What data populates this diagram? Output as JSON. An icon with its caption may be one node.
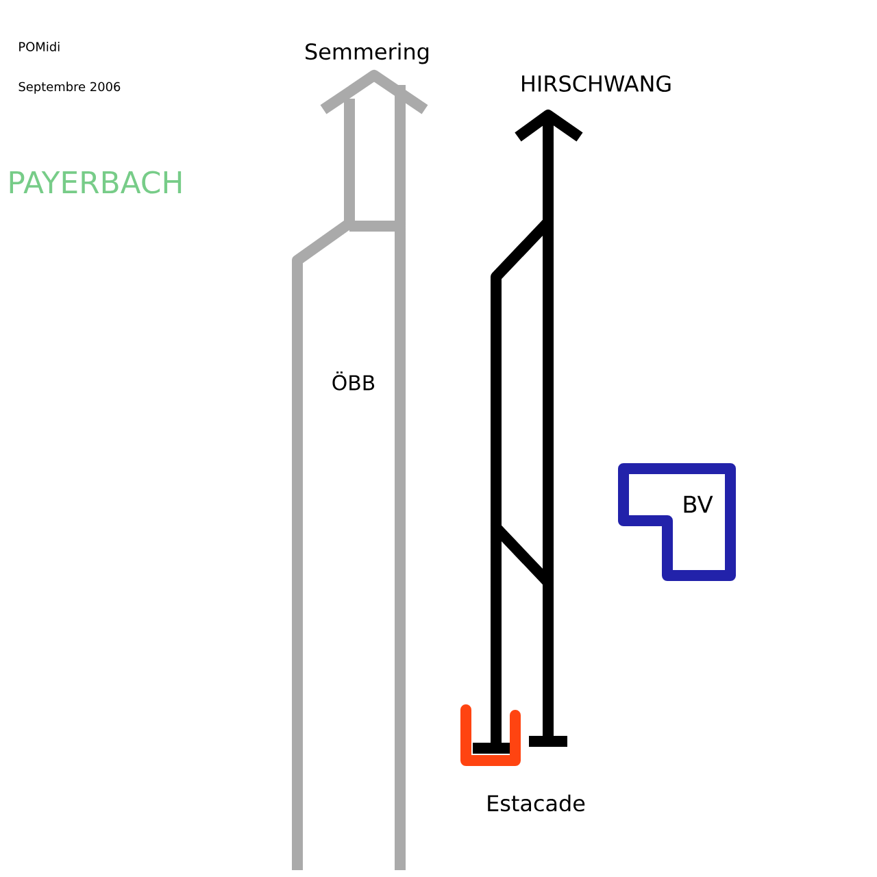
{
  "diagram": {
    "nodes": [
      {
        "text": [
          "BV"
        ]
      }
    ],
    "labels": [
      "POMidi",
      "Septembre 2006",
      "PAYERBACH",
      "Semmering",
      "HIRSCHWANG",
      "ÖBB",
      "Estacade"
    ]
  }
}
